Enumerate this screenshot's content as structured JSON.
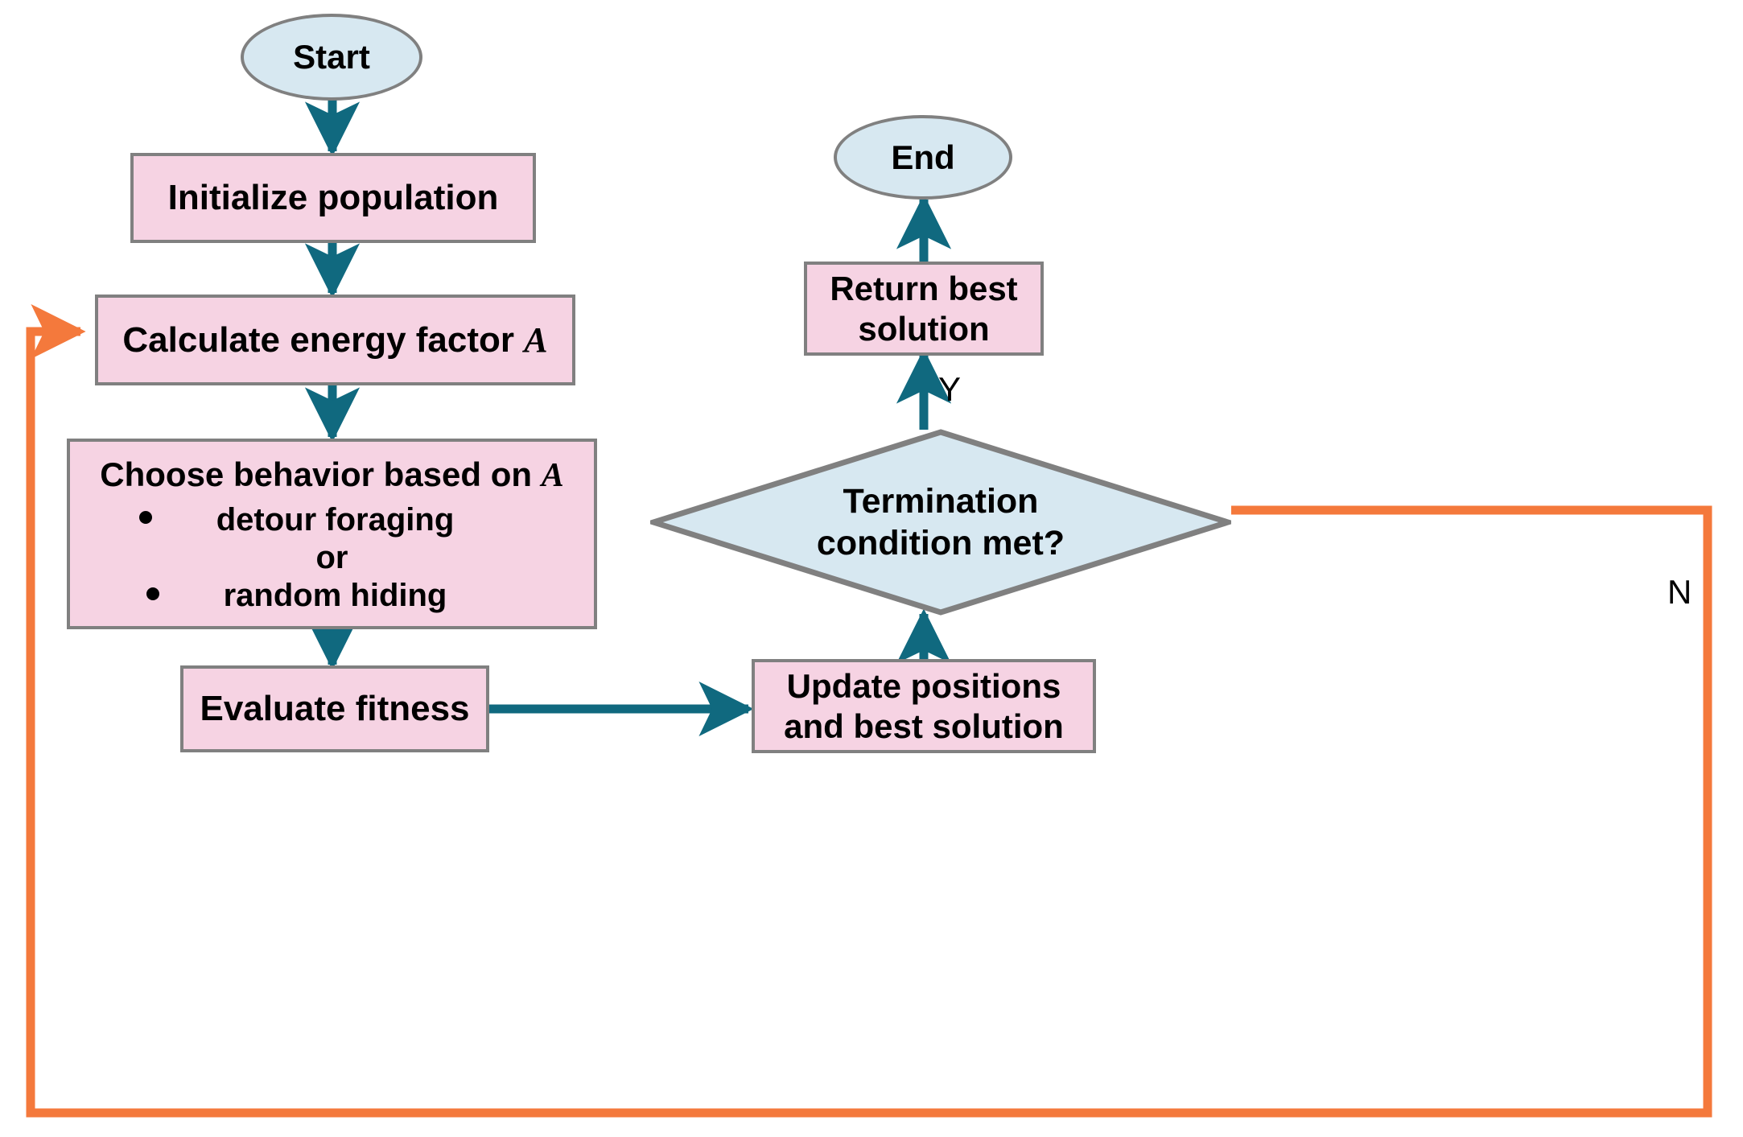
{
  "diagram": {
    "title": "Algorithm flowchart",
    "colors": {
      "process_fill": "#f6d3e3",
      "terminator_fill": "#d7e8f1",
      "decision_fill": "#d7e8f1",
      "shape_border": "#808080",
      "flow_arrow": "#10697f",
      "loop_arrow": "#f4793c",
      "text": "#000000",
      "background": "#ffffff"
    },
    "nodes": [
      {
        "id": "start",
        "shape": "terminator",
        "label": "Start"
      },
      {
        "id": "init",
        "shape": "process",
        "label": "Initialize population"
      },
      {
        "id": "energy",
        "shape": "process",
        "label": "Calculate energy factor",
        "symbol": "A"
      },
      {
        "id": "behavior",
        "shape": "process",
        "label": "Choose behavior based on",
        "symbol": "A",
        "bullets": [
          "detour foraging",
          "random hiding"
        ],
        "connector": "or"
      },
      {
        "id": "evaluate",
        "shape": "process",
        "label": "Evaluate fitness"
      },
      {
        "id": "update",
        "shape": "process",
        "label": "Update positions and best solution",
        "line1": "Update positions",
        "line2": "and best solution"
      },
      {
        "id": "termination",
        "shape": "decision",
        "label": "Termination condition met?",
        "line1": "Termination",
        "line2": "condition met?"
      },
      {
        "id": "return",
        "shape": "process",
        "label": "Return best solution",
        "line1": "Return best",
        "line2": "solution"
      },
      {
        "id": "end",
        "shape": "terminator",
        "label": "End"
      }
    ],
    "edges": [
      {
        "from": "start",
        "to": "init",
        "label": "",
        "color": "flow"
      },
      {
        "from": "init",
        "to": "energy",
        "label": "",
        "color": "flow"
      },
      {
        "from": "energy",
        "to": "behavior",
        "label": "",
        "color": "flow"
      },
      {
        "from": "behavior",
        "to": "evaluate",
        "label": "",
        "color": "flow"
      },
      {
        "from": "evaluate",
        "to": "update",
        "label": "",
        "color": "flow"
      },
      {
        "from": "update",
        "to": "termination",
        "label": "",
        "color": "flow"
      },
      {
        "from": "termination",
        "to": "return",
        "label": "Y",
        "color": "flow"
      },
      {
        "from": "return",
        "to": "end",
        "label": "",
        "color": "flow"
      },
      {
        "from": "termination",
        "to": "energy",
        "label": "N",
        "color": "loop"
      }
    ],
    "edge_labels": {
      "yes": "Y",
      "no": "N"
    }
  }
}
